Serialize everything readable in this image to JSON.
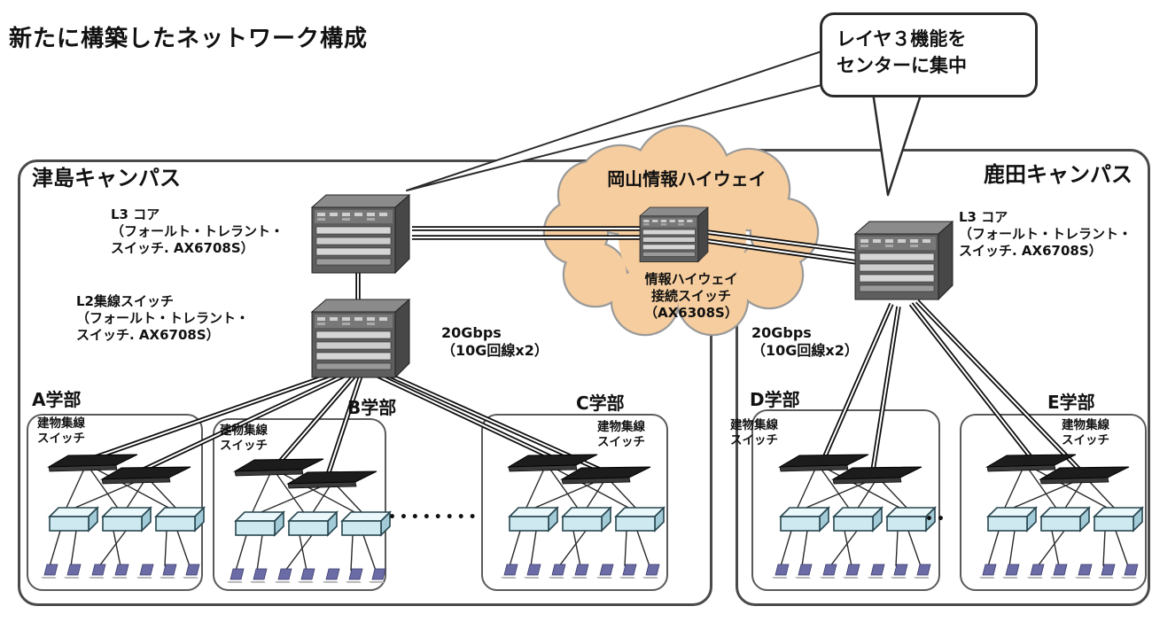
{
  "title": "新たに構築したネットワーク構成",
  "callout": {
    "text": "レイヤ３機能を\nセンターに集中"
  },
  "campuses": {
    "left": {
      "name": "津島キャンパス"
    },
    "right": {
      "name": "鹿田キャンパス"
    }
  },
  "cloud": {
    "name": "岡山情報ハイウェイ",
    "color": "#F6CD9E"
  },
  "devices": {
    "l3_left": {
      "label": "L3 コア\n（フォールト・トレラント・\nスイッチ. AX6708S）"
    },
    "l2_left": {
      "label": "L2集線スイッチ\n（フォールト・トレラント・\nスイッチ. AX6708S）"
    },
    "l3_right": {
      "label": "L3 コア\n（フォールト・トレラント・\nスイッチ. AX6708S）"
    },
    "highway_switch": {
      "label": "情報ハイウェイ\n接続スイッチ\n（AX6308S）"
    }
  },
  "links": {
    "left_trunk": "20Gbps\n（10G回線x2）",
    "right_trunk": "20Gbps\n（10G回線x2）"
  },
  "faculties": [
    {
      "name": "A学部",
      "switch_label": "建物集線\nスイッチ"
    },
    {
      "name": "B学部",
      "switch_label": "建物集線\nスイッチ"
    },
    {
      "name": "C学部",
      "switch_label": "建物集線\nスイッチ"
    },
    {
      "name": "D学部",
      "switch_label": "建物集線\nスイッチ"
    },
    {
      "name": "E学部",
      "switch_label": "建物集線\nスイッチ"
    }
  ],
  "ellipsis": {
    "left": "••••••••",
    "right": "••"
  }
}
